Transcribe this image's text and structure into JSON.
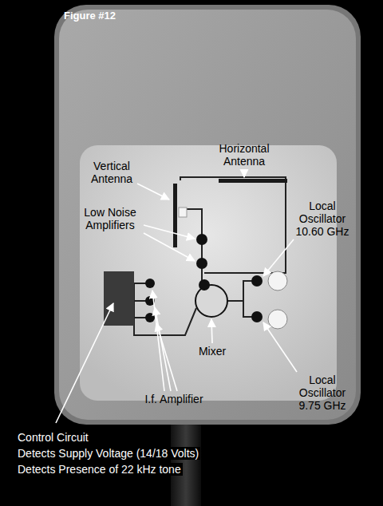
{
  "diagram": {
    "title": "Figure #12",
    "labels": [
      "Horizontal Antenna",
      "Vertical Antenna",
      "Low Noise Amplifiers",
      "Local Oscillator 10.60 GHz",
      "Mixer",
      "Local Oscillator 9.75 GHz",
      "I.f. Amplifier",
      "Control Circuit",
      "Detects Supply Voltage (14/18 Volts)",
      "Detects Presence of 22 kHz tone"
    ]
  }
}
